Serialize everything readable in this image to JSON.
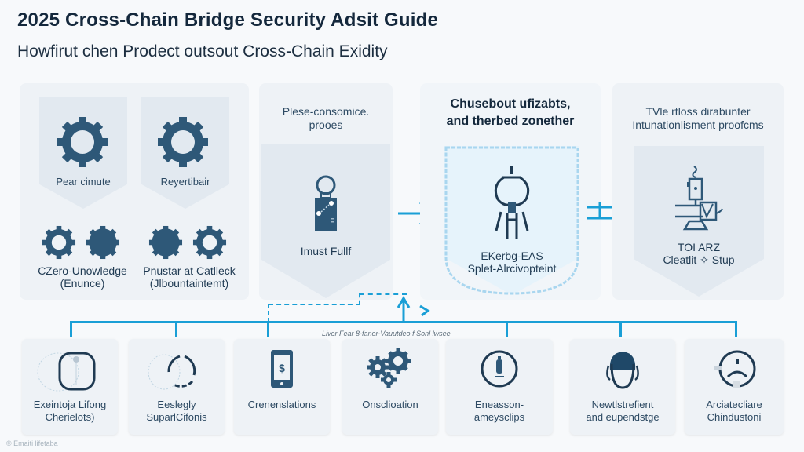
{
  "header": {
    "title": "2025 Cross-Chain Bridge Security Adsit Guide",
    "subtitle": "Howfirut chen Prodect outsout Cross-Chain Exidity"
  },
  "colors": {
    "accent": "#1a9fd6",
    "icon_dark": "#2e5878",
    "panel_bg": "#eef2f6",
    "shield_bg": "#e2e9f0",
    "title": "#14283c"
  },
  "panel1": {
    "shields": [
      {
        "label": "Pear cimute",
        "icon": "gear-icon"
      },
      {
        "label": "Reyertibair",
        "icon": "gear-icon"
      }
    ],
    "gear_groups": [
      {
        "label_line1": "CZero-Unowledge",
        "label_line2": "(Enunce)",
        "icons": [
          "gear-outline-icon",
          "gear-solid-icon"
        ]
      },
      {
        "label_line1": "Pnustar at Catlleck",
        "label_line2": "(Jlbountaintemt)",
        "icons": [
          "gear-solid-icon",
          "gear-outline-icon"
        ]
      }
    ]
  },
  "panel2": {
    "heading_line1": "Plese-consomice.",
    "heading_line2": "prooes",
    "shield_label": "Imust Fullf",
    "icon": "padlock-tag-icon"
  },
  "panel3": {
    "heading_line1": "Chusebout ufizabts,",
    "heading_line2": "and therbed zonether",
    "shield_label_line1": "EKerbg-EAS",
    "shield_label_line2": "Splet-Alrcivopteint",
    "icon": "bridge-network-icon"
  },
  "panel4": {
    "heading_line1": "TVle rtloss dirabunter",
    "heading_line2": "Intunationlisment proofcms",
    "shield_label_line1": "TOI ARZ",
    "shield_label_line2": "Cleatlit ✧ Stup",
    "icon": "machine-icon"
  },
  "connectors": {
    "arrow1": "arrow-right-icon",
    "arrow2": "plus-equal-icon",
    "bus_label": "Liver Fear 8-fanor-Vauutdeo f Sonl lwsee"
  },
  "cards": [
    {
      "label_line1": "Exeintoja Lifong",
      "label_line2": "Cherielots)",
      "icon": "shield-rounded-icon"
    },
    {
      "label_line1": "Eeslegly",
      "label_line2": "SuparlCifonis",
      "icon": "cycle-icon"
    },
    {
      "label_line1": "Crenenslations",
      "label_line2": "",
      "icon": "phone-dollar-icon"
    },
    {
      "label_line1": "Onsclioation",
      "label_line2": "",
      "icon": "gears-icon"
    },
    {
      "label_line1": "Eneasson-",
      "label_line2": "ameysclips",
      "icon": "circle-bottle-icon"
    },
    {
      "label_line1": "Newtlstrefient",
      "label_line2": "and eupendstge",
      "icon": "person-head-icon"
    },
    {
      "label_line1": "Arciatecliare",
      "label_line2": "Chindustoni",
      "icon": "sad-face-icon"
    }
  ],
  "footer": "© Emaiti lifetaba"
}
